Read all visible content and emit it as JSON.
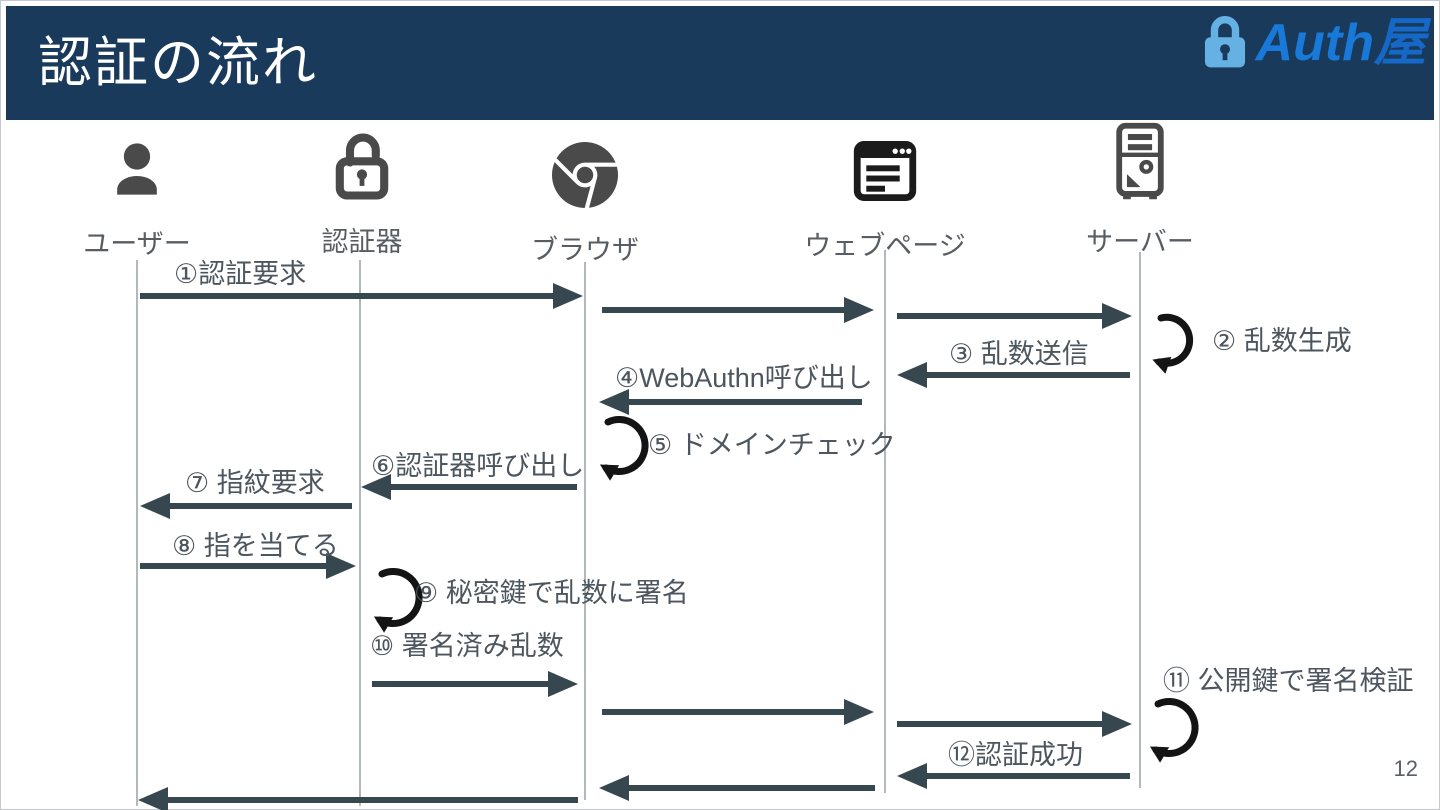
{
  "slide": {
    "header": {
      "title": "認証の流れ",
      "logo": {
        "brand_main": "Auth",
        "brand_suffix": "屋",
        "lock_icon": "padlock-icon"
      }
    },
    "page_number": "12"
  },
  "actors": [
    {
      "id": "user",
      "label": "ユーザー",
      "icon": "person-icon"
    },
    {
      "id": "authenticator",
      "label": "認証器",
      "icon": "open-padlock-icon"
    },
    {
      "id": "browser",
      "label": "ブラウザ",
      "icon": "chrome-browser-icon"
    },
    {
      "id": "webpage",
      "label": "ウェブページ",
      "icon": "webpage-window-icon"
    },
    {
      "id": "server",
      "label": "サーバー",
      "icon": "server-tower-icon"
    }
  ],
  "messages": [
    {
      "step": 1,
      "label": "①認証要求",
      "kind": "arrow",
      "from": "user",
      "to": "browser"
    },
    {
      "step": 2,
      "label": "② 乱数生成",
      "kind": "self",
      "actor": "server"
    },
    {
      "step": 3,
      "label": "③ 乱数送信",
      "kind": "arrow",
      "from": "server",
      "to": "webpage"
    },
    {
      "step": 4,
      "label": "④WebAuthn呼び出し",
      "kind": "arrow",
      "from": "webpage",
      "to": "browser"
    },
    {
      "step": 5,
      "label": "⑤ ドメインチェック",
      "kind": "self",
      "actor": "browser"
    },
    {
      "step": 6,
      "label": "⑥認証器呼び出し",
      "kind": "arrow",
      "from": "browser",
      "to": "authenticator"
    },
    {
      "step": 7,
      "label": "⑦ 指紋要求",
      "kind": "arrow",
      "from": "authenticator",
      "to": "user"
    },
    {
      "step": 8,
      "label": "⑧ 指を当てる",
      "kind": "arrow",
      "from": "user",
      "to": "authenticator"
    },
    {
      "step": 9,
      "label": "⑨ 秘密鍵で乱数に署名",
      "kind": "self",
      "actor": "authenticator"
    },
    {
      "step": 10,
      "label": "⑩ 署名済み乱数",
      "kind": "arrow",
      "from": "authenticator",
      "to": "browser"
    },
    {
      "step": 11,
      "label": "⑪ 公開鍵で署名検証",
      "kind": "self",
      "actor": "server"
    },
    {
      "step": 12,
      "label": "⑫認証成功",
      "kind": "arrow",
      "from": "server",
      "to": "user"
    }
  ],
  "colors": {
    "header_bg": "#1A3A5C",
    "arrow": "#37474F",
    "self_loop": "#141414",
    "lifeline": "#9AA0A4",
    "label_text": "#4D565E",
    "actor_label": "#575D62",
    "icon_gray": "#4A4A4A",
    "icon_black": "#1B1B1B",
    "logo_blue": "#1879D9",
    "logo_lock": "#66B1E3",
    "title_color": "#FFFFFF"
  }
}
